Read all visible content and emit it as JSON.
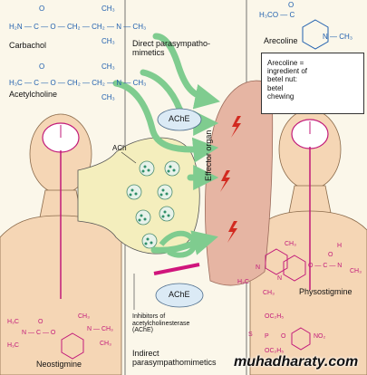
{
  "colors": {
    "background": "#fbf7ea",
    "skin": "#f5d6b5",
    "arrow": "#7fcc8f",
    "ache": "#dbeaf5",
    "vesicle": "#67b89a",
    "effector": "#e6b5a3",
    "bolt": "#d22a20",
    "inhibitor_bar": "#d0157c",
    "structure_blue": "#1f5fae",
    "structure_pink": "#c21a7a"
  },
  "drugs": {
    "carbachol": "Carbachol",
    "acetylcholine": "Acetylcholine",
    "arecoline": "Arecoline",
    "neostigmine": "Neostigmine",
    "physostigmine": "Physostigmine"
  },
  "structures": {
    "carbachol_top": "O",
    "carbachol_main": "H₂N — C — O — CH₂ — CH₂ — N — CH₃",
    "carbachol_ch3_top": "CH₃",
    "carbachol_ch3_bottom": "CH₃",
    "acetylcholine_top": "O",
    "acetylcholine_main": "H₃C — C — O — CH₂ — CH₂ — N — CH₃",
    "acetylcholine_ch3_top": "CH₃",
    "acetylcholine_ch3_bottom": "CH₃",
    "arecoline_ester": "H₃CO — C",
    "arecoline_o": "O",
    "arecoline_n": "N — CH₃",
    "neostigmine_left": "H₃C",
    "neostigmine_n": "N — C — O",
    "neostigmine_bottom": "H₃C",
    "neostigmine_o": "O",
    "neostigmine_right": "CH₃",
    "neostigmine_right_n": "N — CH₃",
    "neostigmine_right_bottom": "CH₃",
    "physostigmine_ch3_top": "CH₃",
    "physostigmine_carbamate": "O — C — N",
    "physostigmine_o": "O",
    "physostigmine_h": "H",
    "physostigmine_ch3_right": "CH₃",
    "physostigmine_h3c": "H₃C",
    "physostigmine_n_left": "N",
    "physostigmine_n_right": "N",
    "physostigmine_ch3_bottom": "CH₃",
    "parathion_top": "OC₂H₅",
    "parathion_s": "S",
    "parathion_p": "P",
    "parathion_o": "O",
    "parathion_no2": "NO₂",
    "parathion_bottom": "OC₂H₅"
  },
  "labels": {
    "direct": "Direct parasympatho-\nmimetics",
    "ache": "AChE",
    "ach": "ACh",
    "effector_organ": "Effector organ",
    "inhibitors": "Inhibitors of\nacetylcholinesterase\n(AChE)",
    "indirect": "Indirect\nparasympathomimetics"
  },
  "info_box": {
    "text": "Arecoline =\ningredient of\nbetel nut:\nbetel\nchewing"
  },
  "watermark": "muhadharaty.com"
}
